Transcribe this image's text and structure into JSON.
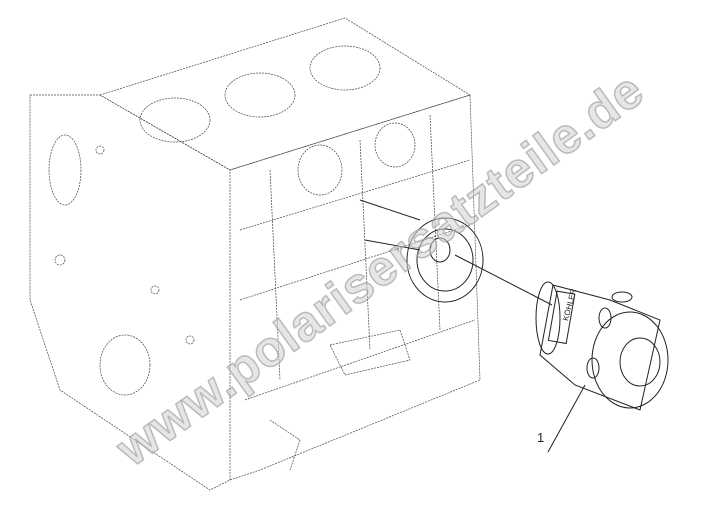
{
  "diagram": {
    "callouts": [
      {
        "label": "1",
        "part": "oil-filter"
      }
    ],
    "filter_brand": "KOHLER",
    "watermark": "www.polarisersatzteile.de"
  }
}
